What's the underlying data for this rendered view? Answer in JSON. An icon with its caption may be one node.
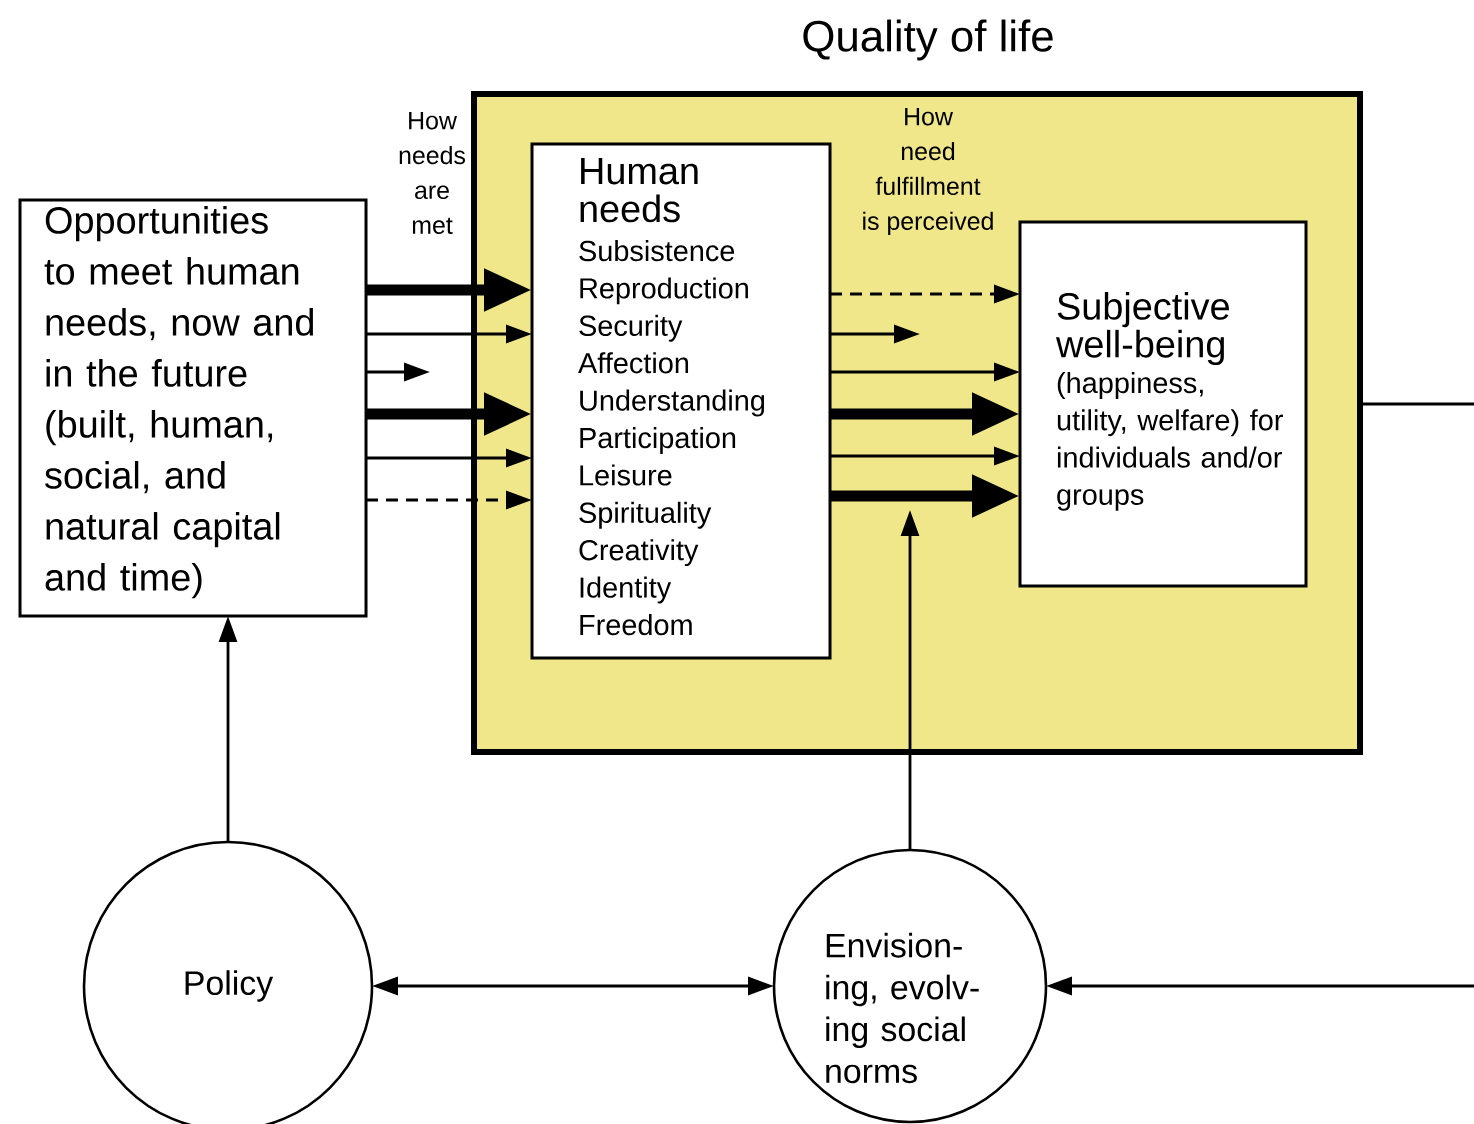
{
  "diagram": {
    "nodes": [
      {
        "text": [
          "Quality of life"
        ]
      },
      {
        "text": [
          "Opportunities to meet human needs, now and in the future (built, human, social, and natural capital and time)"
        ]
      },
      {
        "text": [
          "Human needs",
          "Subsistence",
          "Reproduction",
          "Security",
          "Affection",
          "Understanding",
          "Participation",
          "Leisure",
          "Spirituality",
          "Creativity",
          "Identity",
          "Freedom"
        ],
        "in": 0
      },
      {
        "text": [
          "Subjective well-being",
          "(happiness, utility, welfare) for individuals and/or groups"
        ],
        "in": 0
      },
      {
        "text": [
          "Policy"
        ]
      },
      {
        "text": [
          "Envision- ing, evolv- ing social norms"
        ]
      }
    ],
    "edges": [
      {
        "from": 1,
        "to": 2,
        "arrow": "to",
        "style": "thick"
      },
      {
        "from": 1,
        "to": 2,
        "arrow": "to"
      },
      {
        "from": 1,
        "to": null,
        "arrow": "to"
      },
      {
        "from": 1,
        "to": 2,
        "arrow": "to",
        "style": "thick"
      },
      {
        "from": 1,
        "to": 2,
        "arrow": "to"
      },
      {
        "from": 1,
        "to": 2,
        "arrow": "to",
        "style": "dashed"
      },
      {
        "from": 2,
        "to": 3,
        "arrow": "to",
        "style": "dashed"
      },
      {
        "from": 2,
        "to": null,
        "arrow": "to"
      },
      {
        "from": 2,
        "to": 3,
        "arrow": "to"
      },
      {
        "from": 2,
        "to": 3,
        "arrow": "to",
        "style": "thick"
      },
      {
        "from": 2,
        "to": 3,
        "arrow": "to"
      },
      {
        "from": 2,
        "to": 3,
        "arrow": "to",
        "style": "thick"
      },
      {
        "from": 5,
        "to": null,
        "arrow": "to"
      },
      {
        "from": 4,
        "to": 1,
        "arrow": "to"
      },
      {
        "from": 4,
        "to": 5,
        "arrow": "both"
      },
      {
        "from": 0,
        "to": null,
        "arrow": "none"
      },
      {
        "from": null,
        "to": 5,
        "arrow": "to"
      }
    ],
    "labels": [
      "How needs are met",
      "How need fulfillment is perceived"
    ]
  }
}
